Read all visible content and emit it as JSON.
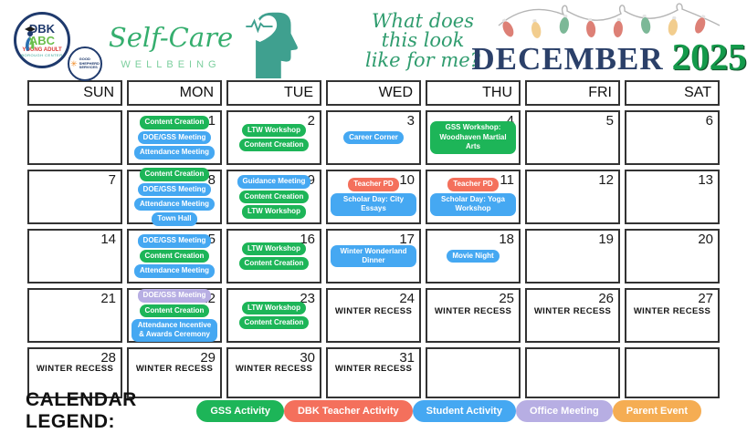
{
  "header": {
    "dbk_logo": {
      "lines": [
        "DBK",
        "ABC",
        "YOUNG ADULT",
        "BOROUGH CENTER"
      ]
    },
    "gss_logo": {
      "lines": [
        "GOOD",
        "SHEPHERD",
        "SERVICES"
      ]
    },
    "selfcare": {
      "title": "Self-Care",
      "subtitle": "WELLBEING"
    },
    "question_lines": [
      "What does",
      "this look",
      "like for me?"
    ],
    "month": "DECEMBER",
    "year": "2025"
  },
  "calendar": {
    "day_headers": [
      "SUN",
      "MON",
      "TUE",
      "WED",
      "THU",
      "FRI",
      "SAT"
    ],
    "weeks": [
      [
        {
          "date": "",
          "events": []
        },
        {
          "date": "1",
          "events": [
            {
              "label": "Content Creation",
              "type": "gss"
            },
            {
              "label": "DOE/GSS Meeting",
              "type": "student"
            },
            {
              "label": "Attendance Meeting",
              "type": "student"
            }
          ]
        },
        {
          "date": "2",
          "events": [
            {
              "label": "LTW Workshop",
              "type": "gss"
            },
            {
              "label": "Content Creation",
              "type": "gss"
            }
          ]
        },
        {
          "date": "3",
          "events": [
            {
              "label": "Career Corner",
              "type": "student"
            }
          ]
        },
        {
          "date": "4",
          "events": [
            {
              "label": "GSS Workshop: Woodhaven Martial Arts",
              "type": "gss"
            }
          ]
        },
        {
          "date": "5",
          "events": []
        },
        {
          "date": "6",
          "events": []
        }
      ],
      [
        {
          "date": "7",
          "events": []
        },
        {
          "date": "8",
          "events": [
            {
              "label": "Content Creation",
              "type": "gss"
            },
            {
              "label": "DOE/GSS Meeting",
              "type": "student"
            },
            {
              "label": "Attendance Meeting",
              "type": "student"
            },
            {
              "label": "Town Hall",
              "type": "student"
            }
          ]
        },
        {
          "date": "9",
          "events": [
            {
              "label": "Guidance Meeting",
              "type": "student"
            },
            {
              "label": "Content Creation",
              "type": "gss"
            },
            {
              "label": "LTW Workshop",
              "type": "gss"
            }
          ]
        },
        {
          "date": "10",
          "events": [
            {
              "label": "Teacher PD",
              "type": "teacher"
            },
            {
              "label": "Scholar Day: City Essays",
              "type": "student"
            }
          ]
        },
        {
          "date": "11",
          "events": [
            {
              "label": "Teacher PD",
              "type": "teacher"
            },
            {
              "label": "Scholar Day: Yoga Workshop",
              "type": "student"
            }
          ]
        },
        {
          "date": "12",
          "events": []
        },
        {
          "date": "13",
          "events": []
        }
      ],
      [
        {
          "date": "14",
          "events": []
        },
        {
          "date": "15",
          "events": [
            {
              "label": "DOE/GSS Meeting",
              "type": "student"
            },
            {
              "label": "Content Creation",
              "type": "gss"
            },
            {
              "label": "Attendance Meeting",
              "type": "student"
            }
          ]
        },
        {
          "date": "16",
          "events": [
            {
              "label": "LTW Workshop",
              "type": "gss"
            },
            {
              "label": "Content Creation",
              "type": "gss"
            }
          ]
        },
        {
          "date": "17",
          "events": [
            {
              "label": "Winter Wonderland Dinner",
              "type": "student"
            }
          ]
        },
        {
          "date": "18",
          "events": [
            {
              "label": "Movie Night",
              "type": "student"
            }
          ]
        },
        {
          "date": "19",
          "events": []
        },
        {
          "date": "20",
          "events": []
        }
      ],
      [
        {
          "date": "21",
          "events": []
        },
        {
          "date": "22",
          "events": [
            {
              "label": "DOE/GSS Meeting",
              "type": "office"
            },
            {
              "label": "Content Creation",
              "type": "gss"
            },
            {
              "label": "Attendance Incentive & Awards Ceremony",
              "type": "student"
            }
          ]
        },
        {
          "date": "23",
          "events": [
            {
              "label": "LTW Workshop",
              "type": "gss"
            },
            {
              "label": "Content Creation",
              "type": "gss"
            }
          ]
        },
        {
          "date": "24",
          "events": [
            {
              "label": "WINTER RECESS",
              "type": "recess"
            }
          ]
        },
        {
          "date": "25",
          "events": [
            {
              "label": "WINTER RECESS",
              "type": "recess"
            }
          ]
        },
        {
          "date": "26",
          "events": [
            {
              "label": "WINTER RECESS",
              "type": "recess"
            }
          ]
        },
        {
          "date": "27",
          "events": [
            {
              "label": "WINTER RECESS",
              "type": "recess"
            }
          ]
        }
      ],
      [
        {
          "date": "28",
          "events": [
            {
              "label": "WINTER RECESS",
              "type": "recess"
            }
          ]
        },
        {
          "date": "29",
          "events": [
            {
              "label": "WINTER RECESS",
              "type": "recess"
            }
          ]
        },
        {
          "date": "30",
          "events": [
            {
              "label": "WINTER RECESS",
              "type": "recess"
            }
          ]
        },
        {
          "date": "31",
          "events": [
            {
              "label": "WINTER RECESS",
              "type": "recess"
            }
          ]
        },
        {
          "date": "",
          "events": []
        },
        {
          "date": "",
          "events": []
        },
        {
          "date": "",
          "events": []
        }
      ]
    ]
  },
  "legend": {
    "title": "CALENDAR LEGEND:",
    "items": [
      {
        "label": "GSS Activity",
        "type": "gss",
        "color": "#1db558"
      },
      {
        "label": "DBK Teacher Activity",
        "type": "teacher",
        "color": "#f4705c"
      },
      {
        "label": "Student Activity",
        "type": "student",
        "color": "#45a8f2"
      },
      {
        "label": "Office Meeting",
        "type": "office",
        "color": "#b7aee3"
      },
      {
        "label": "Parent Event",
        "type": "parent",
        "color": "#f5ad53"
      }
    ]
  },
  "colors": {
    "gss": "#1db558",
    "teacher": "#f4705c",
    "student": "#45a8f2",
    "office": "#b7aee3",
    "parent": "#f5ad53",
    "month_navy": "#2b4069",
    "year_green": "#149a4b",
    "script_green": "#2f9c6e",
    "head_teal": "#3fa08f"
  }
}
